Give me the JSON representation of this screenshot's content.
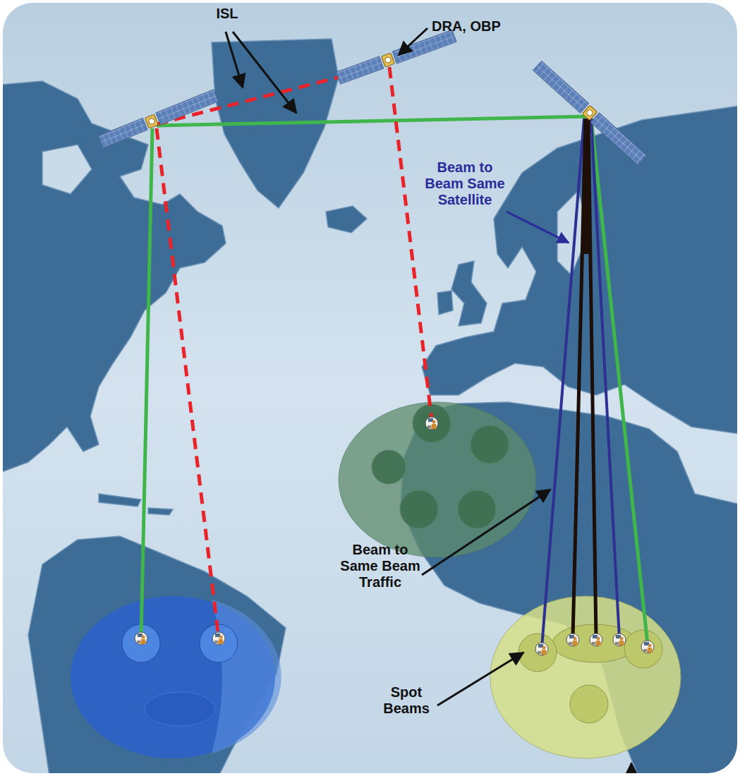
{
  "diagram": {
    "labels": [
      "ISL",
      "DRA, OBP",
      "Beam to Beam Same Satellite",
      "Beam to Same Beam Traffic",
      "Spot Beams"
    ]
  }
}
